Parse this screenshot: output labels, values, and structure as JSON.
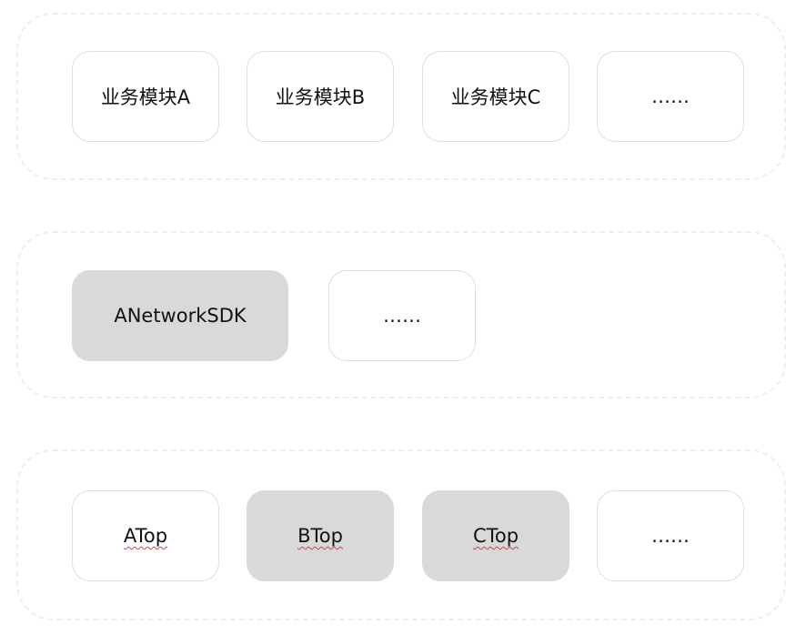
{
  "layers": {
    "business": {
      "modules": [
        {
          "label": "业务模块A"
        },
        {
          "label": "业务模块B"
        },
        {
          "label": "业务模块C"
        },
        {
          "label": "……"
        }
      ]
    },
    "network": {
      "modules": [
        {
          "label": "ANetworkSDK",
          "highlighted": true
        },
        {
          "label": "……"
        }
      ]
    },
    "bottom": {
      "modules": [
        {
          "label": "ATop",
          "spellcheck_marked": true
        },
        {
          "label": "BTop",
          "highlighted": true,
          "spellcheck_marked": true
        },
        {
          "label": "CTop",
          "highlighted": true,
          "spellcheck_marked": true
        },
        {
          "label": "……"
        }
      ]
    }
  },
  "colors": {
    "highlight_fill": "#d9d9d9",
    "box_border": "#d9e0e3",
    "layer_border": "#eceff1",
    "spellcheck_underline": "#e23a3a"
  }
}
